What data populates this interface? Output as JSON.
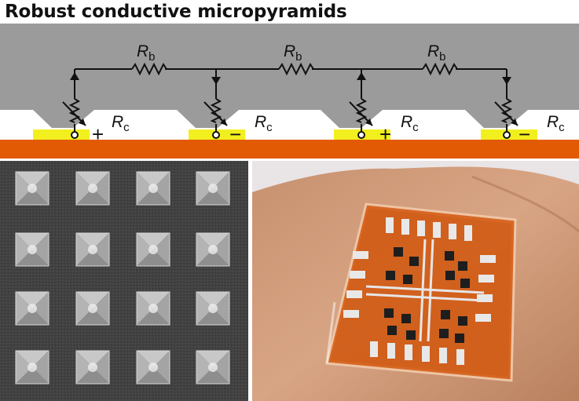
{
  "title": "Robust conductive micropyramids",
  "diagram": {
    "labels": {
      "rb_main": "R",
      "rb_sub": "b",
      "rc_main": "R",
      "rc_sub": "c"
    },
    "polarity": [
      "+",
      "−",
      "+",
      "−"
    ]
  },
  "colors": {
    "substrate": "#e15a05",
    "electrode": "#f0ee1a",
    "polymer": "#9a9a9a",
    "sem_background": "#3f3f3f",
    "photo_film": "#d4621c"
  }
}
